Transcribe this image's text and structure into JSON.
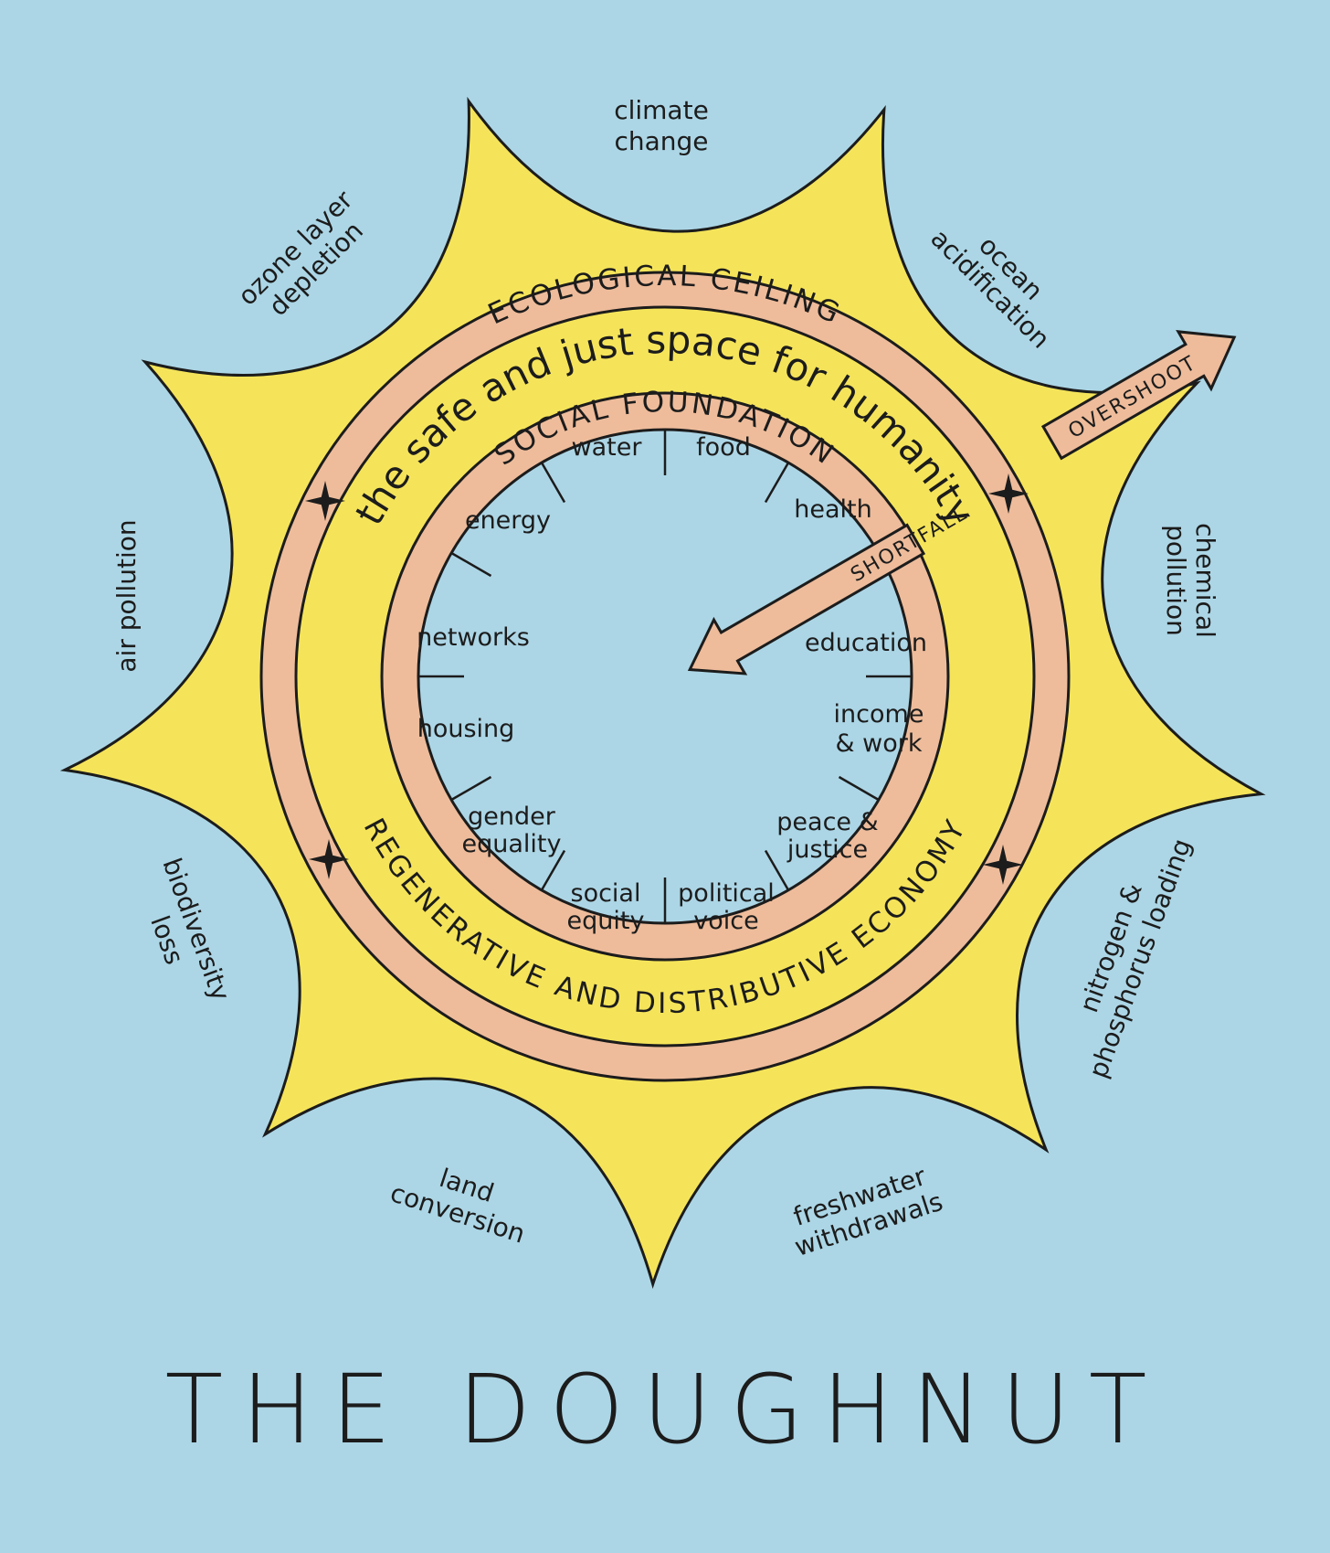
{
  "title": "THE DOUGHNUT",
  "ecological_ceiling": "ECOLOGICAL CEILING",
  "social_foundation": "SOCIAL FOUNDATION",
  "safe_space": "the safe and just space for humanity",
  "economy": "REGENERATIVE AND DISTRIBUTIVE ECONOMY",
  "overshoot": "OVERSHOOT",
  "shortfall": "SHORTFALL",
  "ecological_boundaries": [
    "climate change",
    "ocean acidification",
    "chemical pollution",
    "nitrogen & phosphorus loading",
    "freshwater withdrawals",
    "land conversion",
    "biodiversity loss",
    "air pollution",
    "ozone layer depletion"
  ],
  "social_foundations": [
    "water",
    "food",
    "health",
    "education",
    "income & work",
    "peace & justice",
    "political voice",
    "social equity",
    "gender equality",
    "housing",
    "networks",
    "energy"
  ],
  "colors": {
    "background": "#acd6e6",
    "sun": "#f5e45a",
    "ring": "#eebc9b",
    "ink": "#1c1c1c"
  }
}
